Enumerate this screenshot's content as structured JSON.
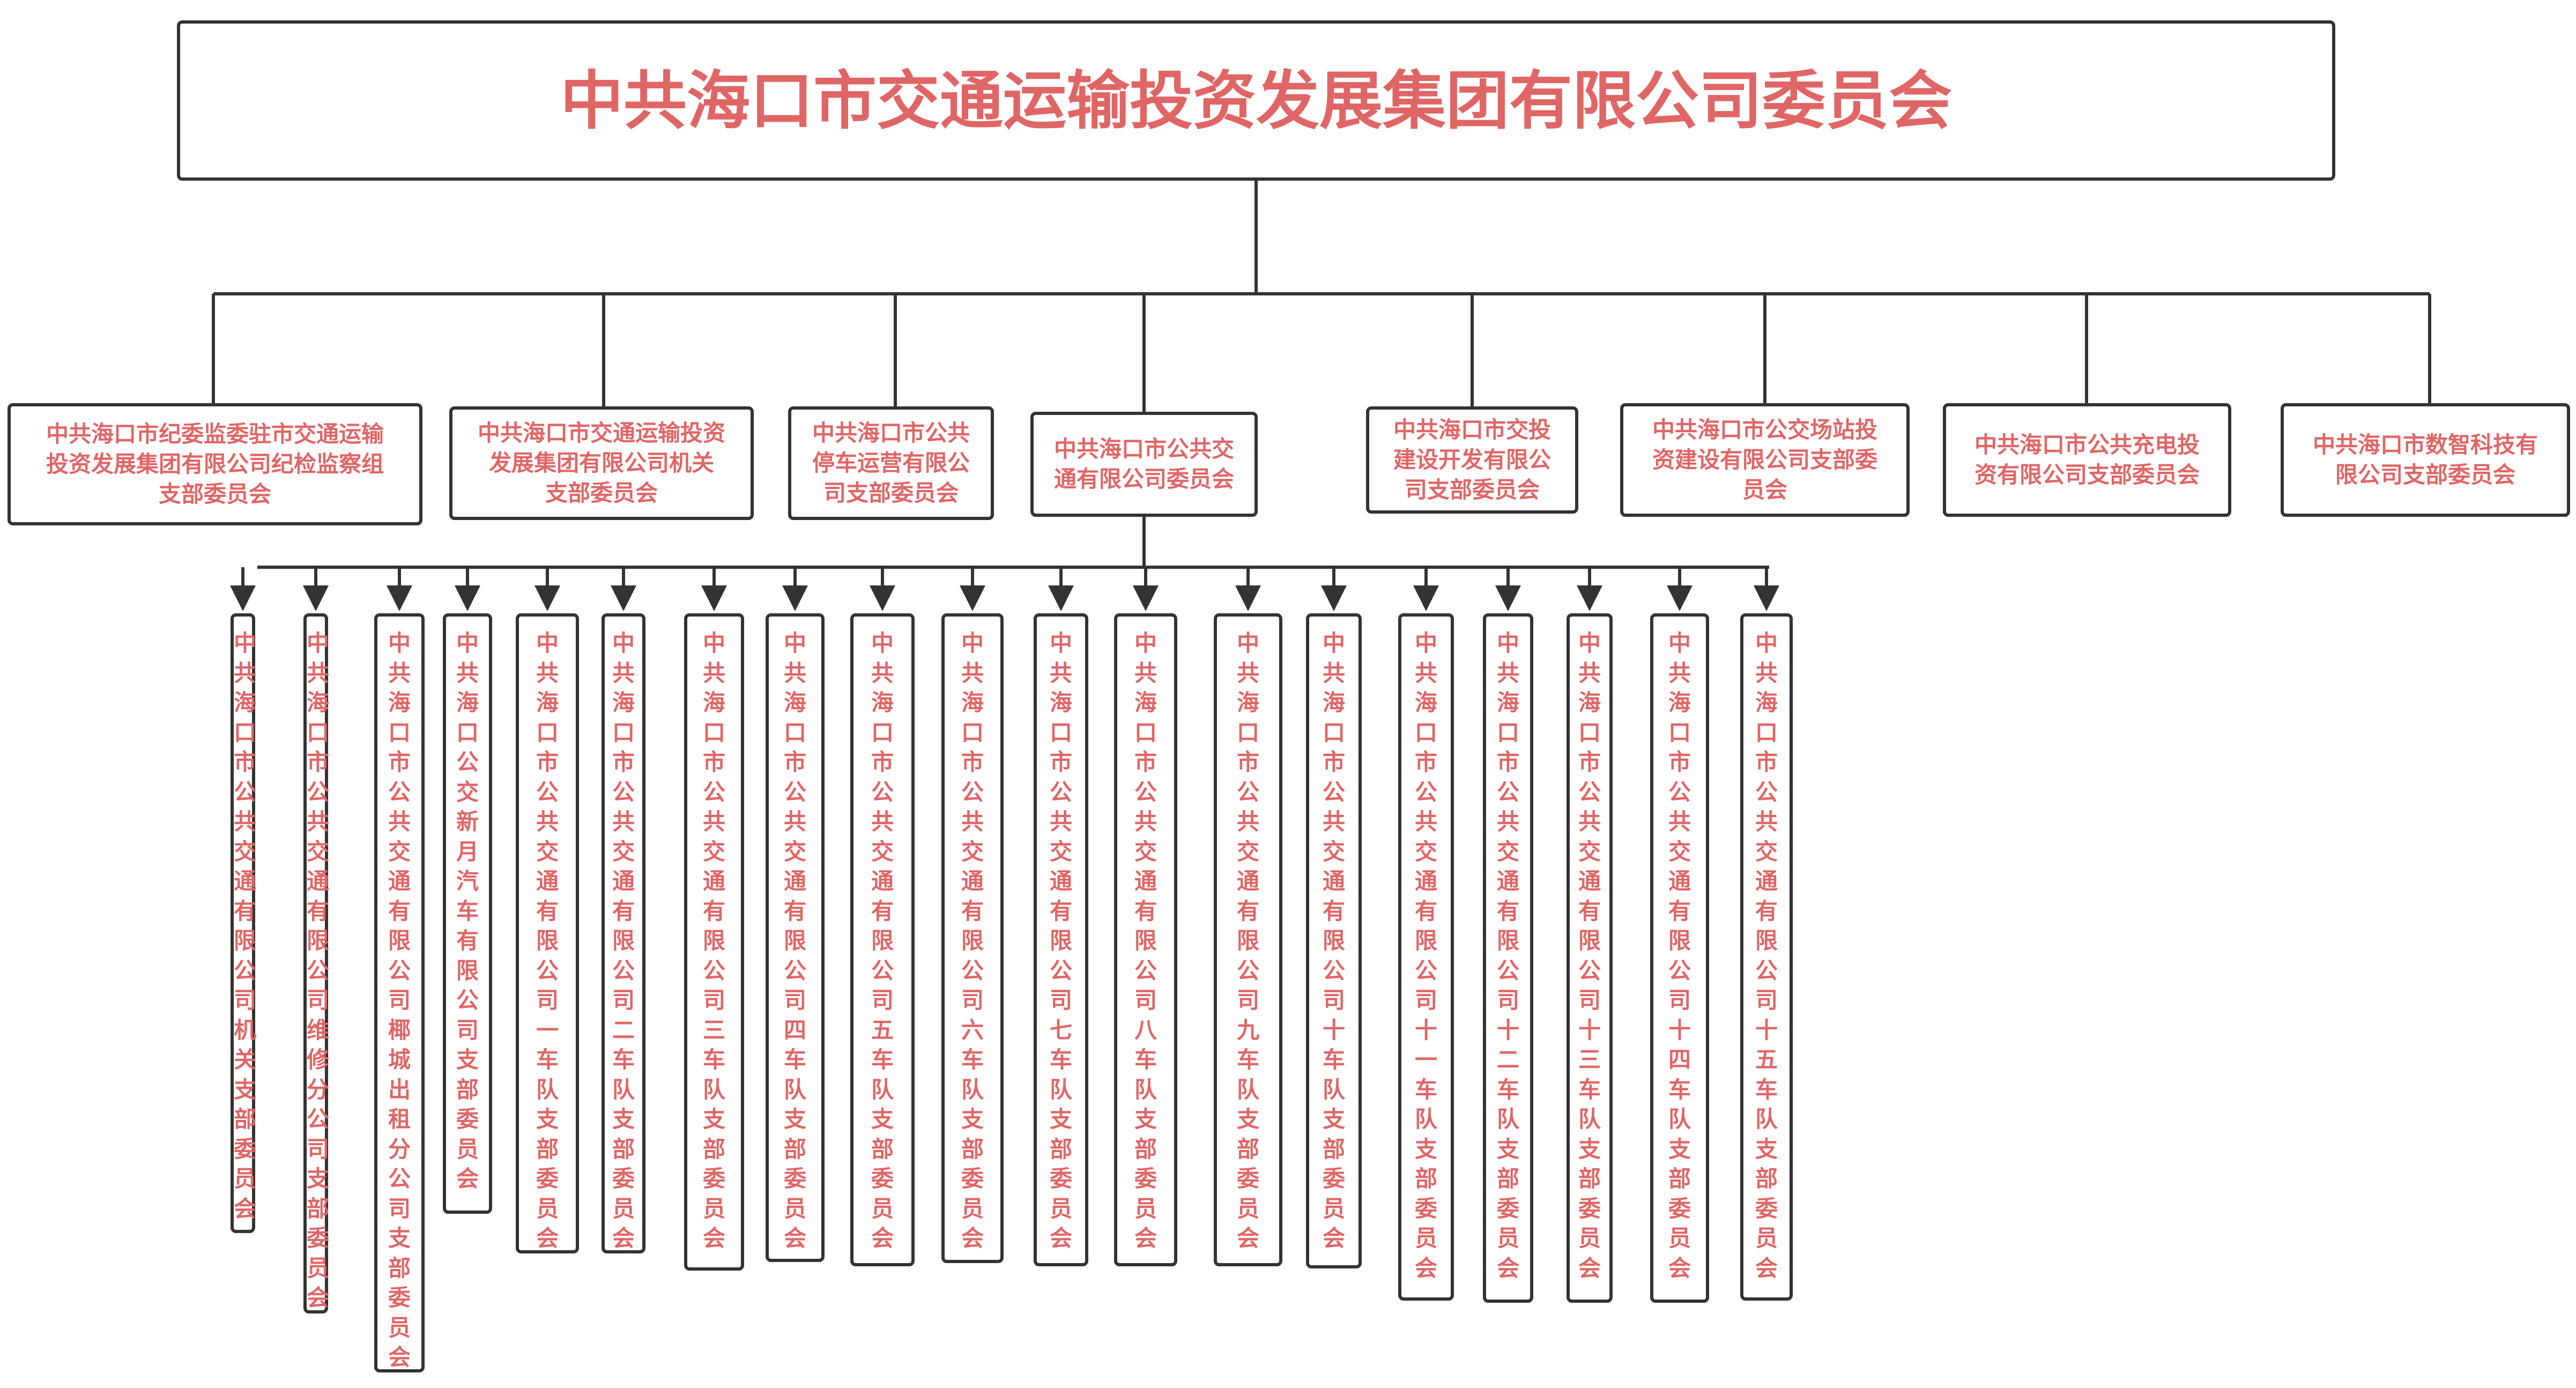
{
  "root": {
    "title": "中共海口市交通运输投资发展集团有限公司委员会"
  },
  "level2": [
    {
      "lines": [
        "中共海口市纪委监委驻市交通运输",
        "投资发展集团有限公司纪检监察组",
        "支部委员会"
      ]
    },
    {
      "lines": [
        "中共海口市交通运输投资",
        "发展集团有限公司机关",
        "支部委员会"
      ]
    },
    {
      "lines": [
        "中共海口市公共",
        "停车运营有限公",
        "司支部委员会"
      ]
    },
    {
      "lines": [
        "中共海口市公共交",
        "通有限公司委员会"
      ]
    },
    {
      "lines": [
        "中共海口市交投",
        "建设开发有限公",
        "司支部委员会"
      ]
    },
    {
      "lines": [
        "中共海口市公交场站投",
        "资建设有限公司支部委",
        "员会"
      ]
    },
    {
      "lines": [
        "中共海口市公共充电投",
        "资有限公司支部委员会"
      ]
    },
    {
      "lines": [
        "中共海口市数智科技有",
        "限公司支部委员会"
      ]
    }
  ],
  "branches": [
    "中共海口市公共交通有限公司机关支部委员会",
    "中共海口市公共交通有限公司维修分公司支部委员会",
    "中共海口市公共交通有限公司椰城出租分公司支部委员会",
    "中共海口公交新月汽车有限公司支部委员会",
    "中共海口市公共交通有限公司一车队支部委员会",
    "中共海口市公共交通有限公司二车队支部委员会",
    "中共海口市公共交通有限公司三车队支部委员会",
    "中共海口市公共交通有限公司四车队支部委员会",
    "中共海口市公共交通有限公司五车队支部委员会",
    "中共海口市公共交通有限公司六车队支部委员会",
    "中共海口市公共交通有限公司七车队支部委员会",
    "中共海口市公共交通有限公司八车队支部委员会",
    "中共海口市公共交通有限公司九车队支部委员会",
    "中共海口市公共交通有限公司十车队支部委员会",
    "中共海口市公共交通有限公司十一车队支部委员会",
    "中共海口市公共交通有限公司十二车队支部委员会",
    "中共海口市公共交通有限公司十三车队支部委员会",
    "中共海口市公共交通有限公司十四车队支部委员会",
    "中共海口市公共交通有限公司十五车队支部委员会"
  ],
  "colors": {
    "text": "#e06666",
    "line": "#333333"
  }
}
